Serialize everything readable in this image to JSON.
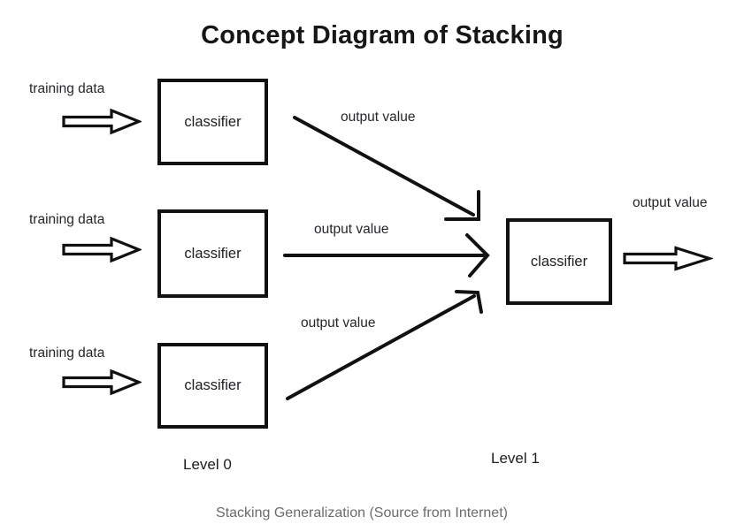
{
  "title": "Concept Diagram of Stacking",
  "diagram": {
    "level0": {
      "label": "Level 0",
      "classifiers": [
        {
          "input_label": "training data",
          "box_label": "classifier",
          "output_label": "output value"
        },
        {
          "input_label": "training data",
          "box_label": "classifier",
          "output_label": "output value"
        },
        {
          "input_label": "training data",
          "box_label": "classifier",
          "output_label": "output value"
        }
      ]
    },
    "level1": {
      "label": "Level 1",
      "box_label": "classifier",
      "output_label": "output value"
    },
    "caption": "Stacking Generalization (Source from Internet)"
  },
  "colors": {
    "ink": "#111111",
    "label_ink": "#26262c",
    "title_ink": "#161616",
    "caption_gray": "#6b6b6b",
    "background": "#ffffff"
  }
}
